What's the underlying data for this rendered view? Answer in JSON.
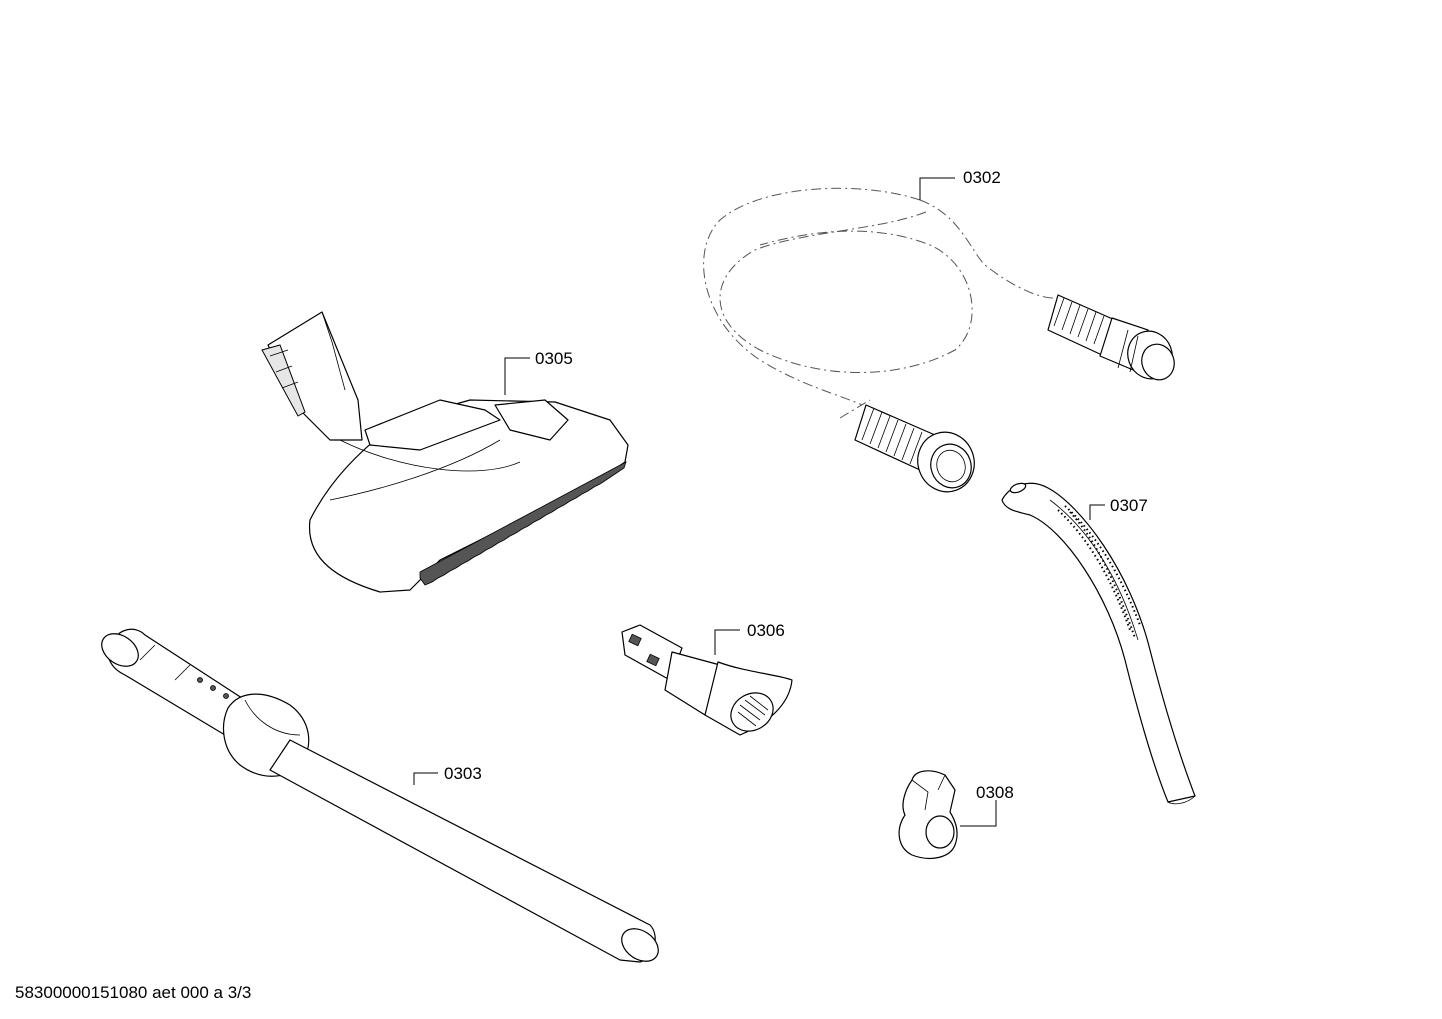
{
  "parts": [
    {
      "id": "hose",
      "number": "0302"
    },
    {
      "id": "tube",
      "number": "0303"
    },
    {
      "id": "floor-nozzle",
      "number": "0305"
    },
    {
      "id": "crevice-nozzle",
      "number": "0306"
    },
    {
      "id": "handle",
      "number": "0307"
    },
    {
      "id": "clip",
      "number": "0308"
    }
  ],
  "footer": {
    "drawing_code": "58300000151080 aet 000 a 3/3"
  }
}
